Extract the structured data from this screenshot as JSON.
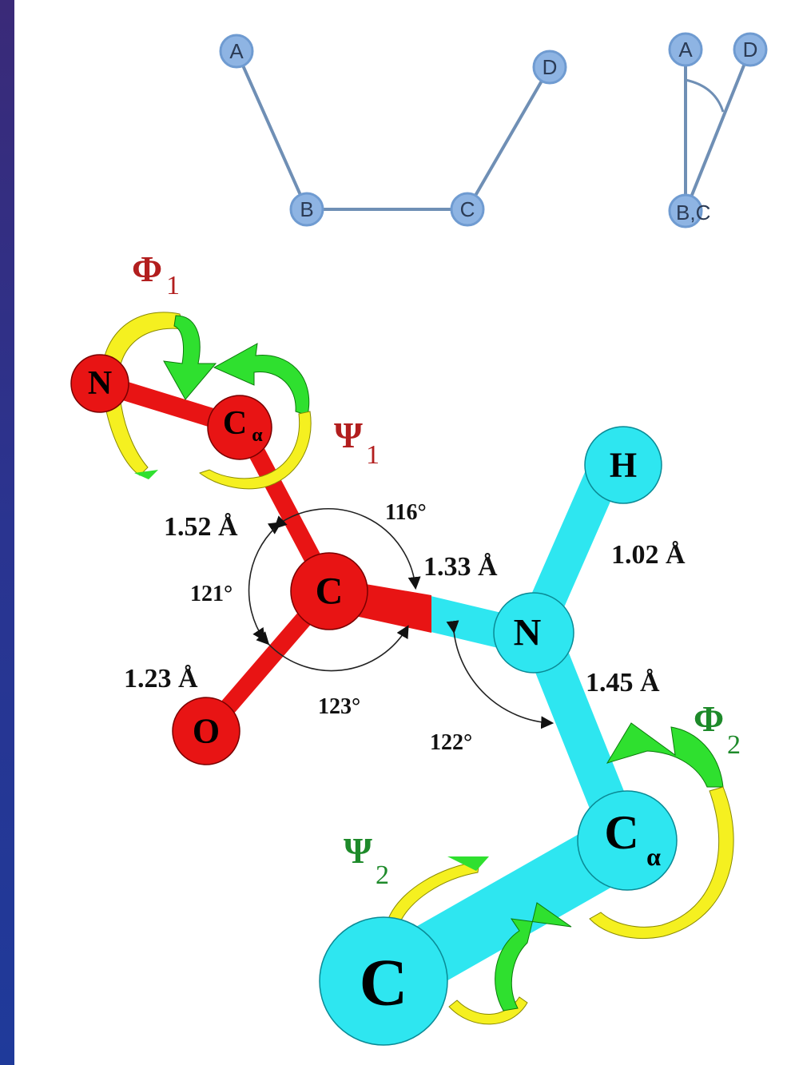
{
  "torsion_diagram": {
    "nodes": {
      "a": "A",
      "b": "B",
      "c": "C",
      "d": "D"
    },
    "projection": {
      "a": "A",
      "d": "D",
      "bc": "B,C"
    }
  },
  "residue1": {
    "phi_symbol": "Φ",
    "phi_sub": "1",
    "psi_symbol": "Ψ",
    "psi_sub": "1",
    "atoms": {
      "n": "N",
      "ca": "C",
      "ca_sub": "α",
      "c": "C",
      "o": "O"
    }
  },
  "residue2": {
    "phi_symbol": "Φ",
    "phi_sub": "2",
    "psi_symbol": "Ψ",
    "psi_sub": "2",
    "atoms": {
      "n": "N",
      "h": "H",
      "ca": "C",
      "ca_sub": "α",
      "c": "C"
    }
  },
  "bond_lengths": {
    "ca_c": "1.52 Å",
    "c_n": "1.33 Å",
    "n_h": "1.02  Å",
    "c_o": "1.23 Å",
    "n_ca": "1.45 Å"
  },
  "bond_angles": {
    "a116": "116°",
    "a121": "121°",
    "a123": "123°",
    "a122": "122°"
  },
  "colors": {
    "residue1": "#e81414",
    "residue2": "#2ee6f0",
    "rotation_yellow": "#f5f020",
    "rotation_green": "#2fe02f",
    "node_fill": "#8eb4e3",
    "node_stroke": "#6f9bd1",
    "edge": "#6f8fb5"
  }
}
